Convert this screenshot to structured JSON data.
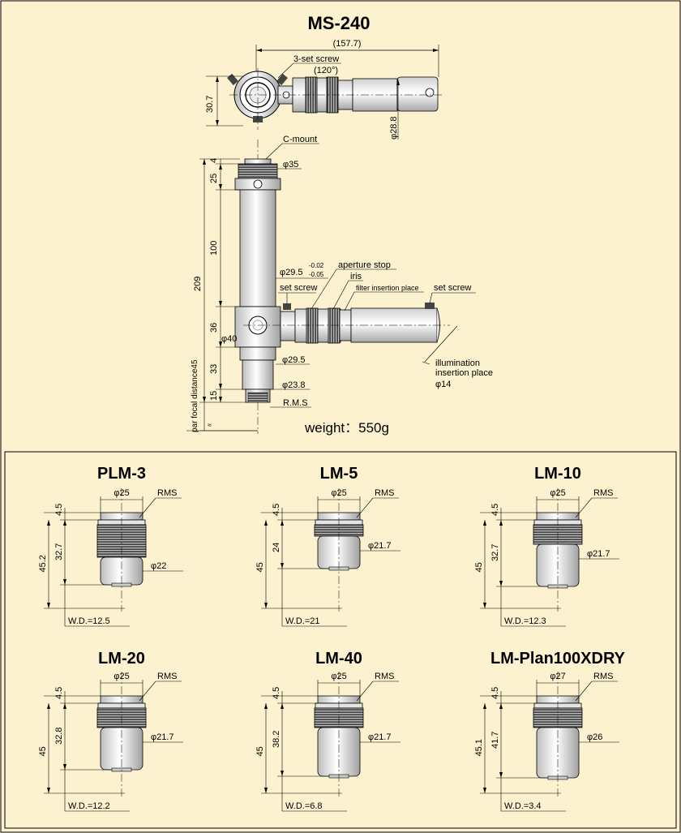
{
  "main_title": "MS-240",
  "top": {
    "width_overall": "(157.7)",
    "set_screw_3": "3-set screw",
    "angle_120": "(120°)",
    "height_30_7": "30.7",
    "dia_28_8": "φ28.8",
    "cmount": "C-mount",
    "dia_35": "φ35",
    "dim_4": "4",
    "dim_25": "25",
    "dim_100": "100",
    "dim_209": "209",
    "dia_29_5_tol": "φ29.5",
    "tol_upper": "-0.02",
    "tol_lower": "-0.05",
    "aperture_stop": "aperture stop",
    "iris": "iris",
    "filter_insertion": "filter insertion place",
    "set_screw_left": "set screw",
    "set_screw_right": "set screw",
    "dim_36": "36",
    "dia_40": "φ40",
    "dia_29_5": "φ29.5",
    "dim_33": "33",
    "dia_23_8": "φ23.8",
    "dim_15": "15",
    "rms": "R.M.S",
    "par_focal": "par focal distance45",
    "illum_1": "illumination",
    "illum_2": "insertion place",
    "illum_3": "φ14",
    "weight": "weight：550g"
  },
  "objectives": [
    {
      "name": "PLM-3",
      "top_dia": "φ25",
      "rms": "RMS",
      "dim_small": "4.5",
      "dim_total": "45.2",
      "dim_body": "32.7",
      "dia2": "φ22",
      "wd": "W.D.=12.5"
    },
    {
      "name": "LM-5",
      "top_dia": "φ25",
      "rms": "RMS",
      "dim_small": "4.5",
      "dim_total": "45",
      "dim_body": "24",
      "dia2": "φ21.7",
      "wd": "W.D.=21"
    },
    {
      "name": "LM-10",
      "top_dia": "φ25",
      "rms": "RMS",
      "dim_small": "4.5",
      "dim_total": "45",
      "dim_body": "32.7",
      "dia2": "φ21.7",
      "wd": "W.D.=12.3"
    },
    {
      "name": "LM-20",
      "top_dia": "φ25",
      "rms": "RMS",
      "dim_small": "4.5",
      "dim_total": "45",
      "dim_body": "32.8",
      "dia2": "φ21.7",
      "wd": "W.D.=12.2"
    },
    {
      "name": "LM-40",
      "top_dia": "φ25",
      "rms": "RMS",
      "dim_small": "4.5",
      "dim_total": "45",
      "dim_body": "38.2",
      "dia2": "φ21.7",
      "wd": "W.D.=6.8"
    },
    {
      "name": "LM-Plan100XDRY",
      "top_dia": "φ27",
      "rms": "RMS",
      "dim_small": "4.5",
      "dim_total": "45.1",
      "dim_body": "41.7",
      "dia2": "φ26",
      "wd": "W.D.=3.4"
    }
  ]
}
